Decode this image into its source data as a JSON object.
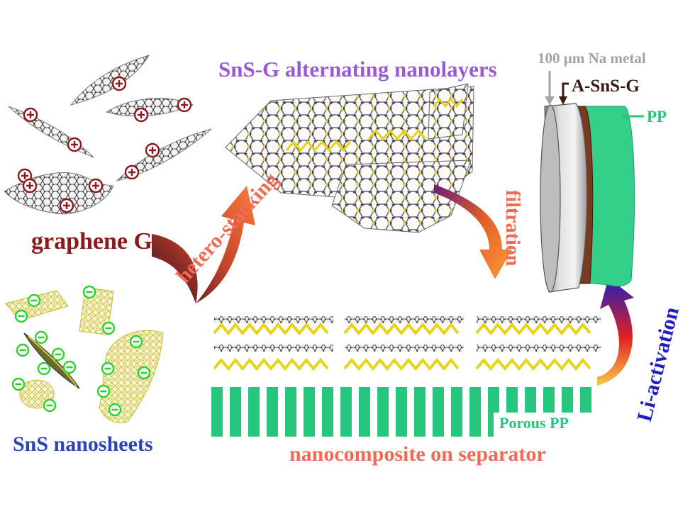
{
  "labels": {
    "graphene": "graphene G",
    "sns_nanosheets": "SnS nanosheets",
    "alternating": "SnS-G  alternating nanolayers",
    "na_metal": "100 µm Na metal",
    "a_sns_g": "A-SnS-G",
    "pp": "PP",
    "porous_pp": "Porous PP",
    "nanocomposite": "nanocomposite on separator",
    "hetero_stacking": "hetero-stacking",
    "filtration": "filtration",
    "li_activation": "Li-activation"
  },
  "colors": {
    "graphene_label": "#8a1a1e",
    "sns_label": "#2c44b8",
    "alternating_label": "#9b59d6",
    "process_label": "#f06a55",
    "pp_green": "#26c67e",
    "li_activation": "#2020c0",
    "na_metal_label": "#a2a2a2",
    "charge_plus": "#8a1a1e",
    "charge_minus": "#2fd02f",
    "sulfur_atoms": "#e8d21a",
    "carbon_atoms": "#3a3a3a"
  },
  "icons": {
    "graphene_charge": "plus-circle-icon",
    "sns_charge": "minus-circle-icon"
  }
}
